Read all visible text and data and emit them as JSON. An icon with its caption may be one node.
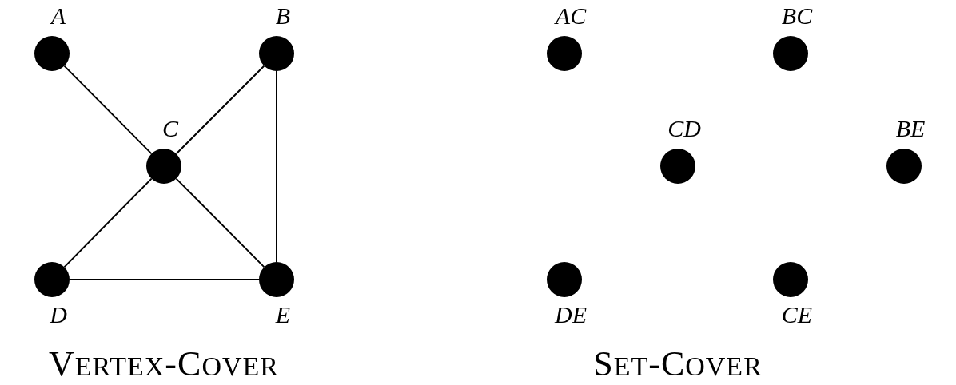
{
  "diagram": {
    "nodes": [
      {
        "text": [
          "A"
        ]
      },
      {
        "text": [
          "B"
        ]
      },
      {
        "text": [
          "C"
        ]
      },
      {
        "text": [
          "D"
        ]
      },
      {
        "text": [
          "E"
        ]
      },
      {
        "text": [
          "AC"
        ]
      },
      {
        "text": [
          "BC"
        ]
      },
      {
        "text": [
          "CD"
        ]
      },
      {
        "text": [
          "BE"
        ]
      },
      {
        "text": [
          "DE"
        ]
      },
      {
        "text": [
          "CE"
        ]
      }
    ],
    "edges": [
      {
        "from": 0,
        "to": 2,
        "arrow": "none"
      },
      {
        "from": 1,
        "to": 2,
        "arrow": "none"
      },
      {
        "from": 1,
        "to": 4,
        "arrow": "none"
      },
      {
        "from": 2,
        "to": 3,
        "arrow": "none"
      },
      {
        "from": 2,
        "to": 4,
        "arrow": "none"
      },
      {
        "from": 3,
        "to": 4,
        "arrow": "none"
      }
    ],
    "labels": [
      "VERTEX-COVER",
      "SET-COVER"
    ]
  }
}
